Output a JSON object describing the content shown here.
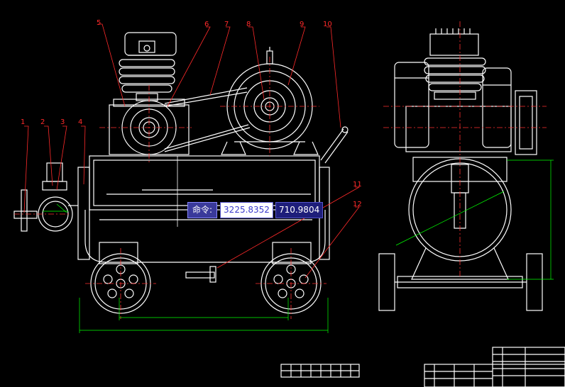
{
  "callouts": [
    {
      "label": "1"
    },
    {
      "label": "2"
    },
    {
      "label": "3"
    },
    {
      "label": "4"
    },
    {
      "label": "5"
    },
    {
      "label": "6"
    },
    {
      "label": "7"
    },
    {
      "label": "8"
    },
    {
      "label": "9"
    },
    {
      "label": "10"
    },
    {
      "label": "11"
    },
    {
      "label": "12"
    }
  ],
  "command": {
    "label": "命令:",
    "x_value": "3225.8352",
    "y_value": "710.9804"
  },
  "colors": {
    "background": "#000000",
    "drawing": "#ffffff",
    "callout": "#ff2a2a",
    "dimension": "#00ff00",
    "command_bg": "#3a3a9a"
  }
}
